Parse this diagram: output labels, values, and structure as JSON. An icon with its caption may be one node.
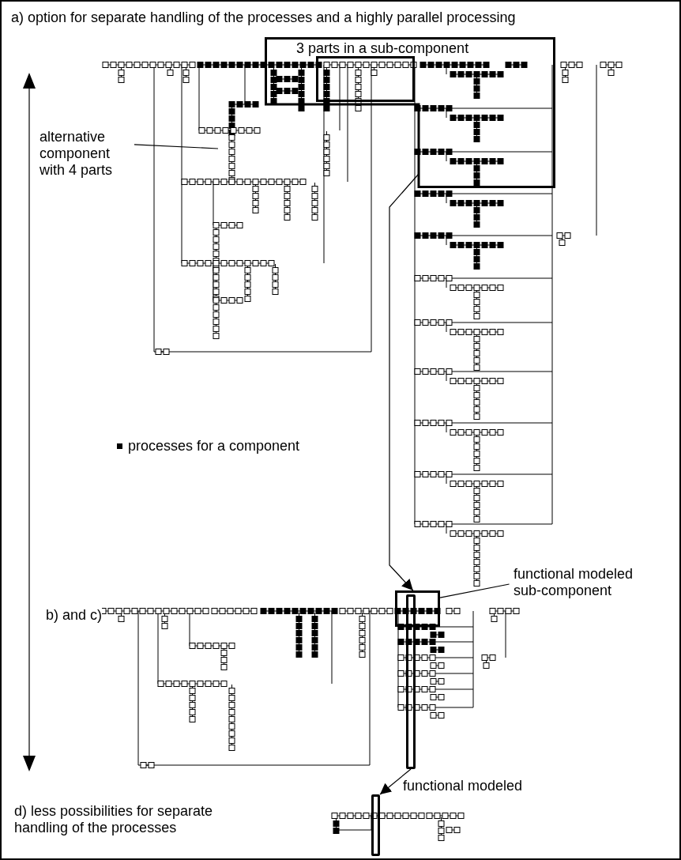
{
  "diagram": {
    "nodes": [
      {
        "text": [
          "3 parts in a sub-component"
        ]
      },
      {
        "text": [],
        "shape": "box",
        "in": 0
      },
      {
        "text": [
          "alternative component with 4 parts"
        ]
      },
      {
        "text": [],
        "shape": "box"
      },
      {
        "text": [],
        "shape": "bar"
      },
      {
        "text": [
          "functional modeled sub-component"
        ]
      },
      {
        "text": [],
        "shape": "bar"
      }
    ],
    "edges": [
      {
        "from": 0,
        "to": 3,
        "arrow": "to"
      },
      {
        "from": 4,
        "to": 6,
        "arrow": "to"
      },
      {
        "from": 5,
        "to": 3,
        "arrow": "none"
      },
      {
        "from": 2,
        "to": null,
        "arrow": "none"
      }
    ],
    "labels": [
      "a) option for separate handling of the processes and a highly parallel processing",
      "b) and c)",
      "functional modeled",
      "d) less possibilities for separate handling of the processes"
    ],
    "legend": [
      {
        "text": "processes for a component",
        "color": "#000000"
      }
    ]
  }
}
